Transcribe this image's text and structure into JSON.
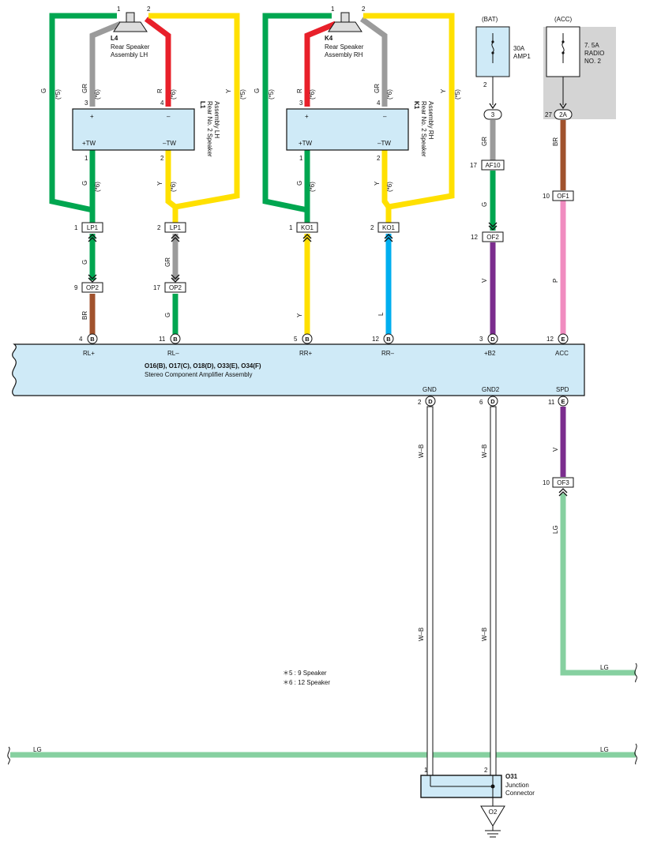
{
  "colors": {
    "G": "#00a650",
    "GR": "#9b9b9b",
    "R": "#e8202a",
    "Y": "#ffe000",
    "BR": "#a0522d",
    "L": "#00aeef",
    "V": "#7b2d8e",
    "P": "#f08cc0",
    "LG": "#86d0a0",
    "WB": "#ffffff",
    "box_fill": "#cfeaf7",
    "fuse_bg": "#d4d4d4"
  },
  "left_speaker": {
    "code": "L4",
    "name_line1": "Rear Speaker",
    "name_line2": "Assembly LH",
    "pin1": "1",
    "pin2": "2"
  },
  "right_speaker": {
    "code": "K4",
    "name_line1": "Rear Speaker",
    "name_line2": "Assembly RH",
    "pin1": "1",
    "pin2": "2"
  },
  "left_tweeter": {
    "code": "L1",
    "name_line1": "Rear No. 2 Speaker",
    "name_line2": "Assembly LH",
    "plus": "+",
    "minus": "–",
    "plus_tw": "+TW",
    "minus_tw": "–TW",
    "pin3": "3",
    "pin4": "4",
    "pin1": "1",
    "pin2": "2"
  },
  "right_tweeter": {
    "code": "K1",
    "name_line1": "Rear No. 2 Speaker",
    "name_line2": "Assembly RH",
    "plus": "+",
    "minus": "–",
    "plus_tw": "+TW",
    "minus_tw": "–TW",
    "pin3": "3",
    "pin4": "4",
    "pin1": "1",
    "pin2": "2"
  },
  "wire_labels": {
    "G": "G",
    "GR": "GR",
    "R": "R",
    "Y": "Y",
    "BR": "BR",
    "L": "L",
    "V": "V",
    "P": "P",
    "LG": "LG",
    "WB": "W–B",
    "n5": "(*5)",
    "n6": "(*6)"
  },
  "connectors": {
    "LP1": "LP1",
    "KO1": "KO1",
    "OP2": "OP2",
    "AF10": "AF10",
    "OF2": "OF2",
    "OF1": "OF1",
    "OF3": "OF3",
    "c3": "3",
    "c2A": "2A",
    "B": "B",
    "D": "D",
    "E": "E",
    "O2": "O2"
  },
  "pins": {
    "lp1_a": "1",
    "lp1_b": "2",
    "ko1_a": "1",
    "ko1_b": "2",
    "op2_a": "9",
    "op2_b": "17",
    "af10": "17",
    "of2": "12",
    "of1": "10",
    "of3": "10",
    "fuse_bat": "2",
    "fuse_acc": "27",
    "amp_rl_plus": "4",
    "amp_rl_minus": "11",
    "amp_rr_plus": "5",
    "amp_rr_minus": "12",
    "amp_b2": "3",
    "amp_acc": "12",
    "amp_gnd": "2",
    "amp_gnd2": "6",
    "amp_spd": "11",
    "jc_1": "1",
    "jc_2": "2"
  },
  "fuses": {
    "bat_label": "(BAT)",
    "bat_rating": "30A",
    "bat_name": "AMP1",
    "acc_label": "(ACC)",
    "acc_rating": "7. 5A",
    "acc_name1": "RADIO",
    "acc_name2": "NO. 2"
  },
  "amplifier": {
    "terminals": [
      "RL+",
      "RL–",
      "RR+",
      "RR–",
      "+B2",
      "ACC"
    ],
    "codes": "O16(B), O17(C), O18(D), O33(E), O34(F)",
    "name": "Stereo Component Amplifier Assembly",
    "gnd": "GND",
    "gnd2": "GND2",
    "spd": "SPD"
  },
  "notes": {
    "n5": "＊5 : 9 Speaker",
    "n6": "＊6 : 12 Speaker"
  },
  "junction": {
    "code": "O31",
    "name_line1": "Junction",
    "name_line2": "Connector"
  }
}
